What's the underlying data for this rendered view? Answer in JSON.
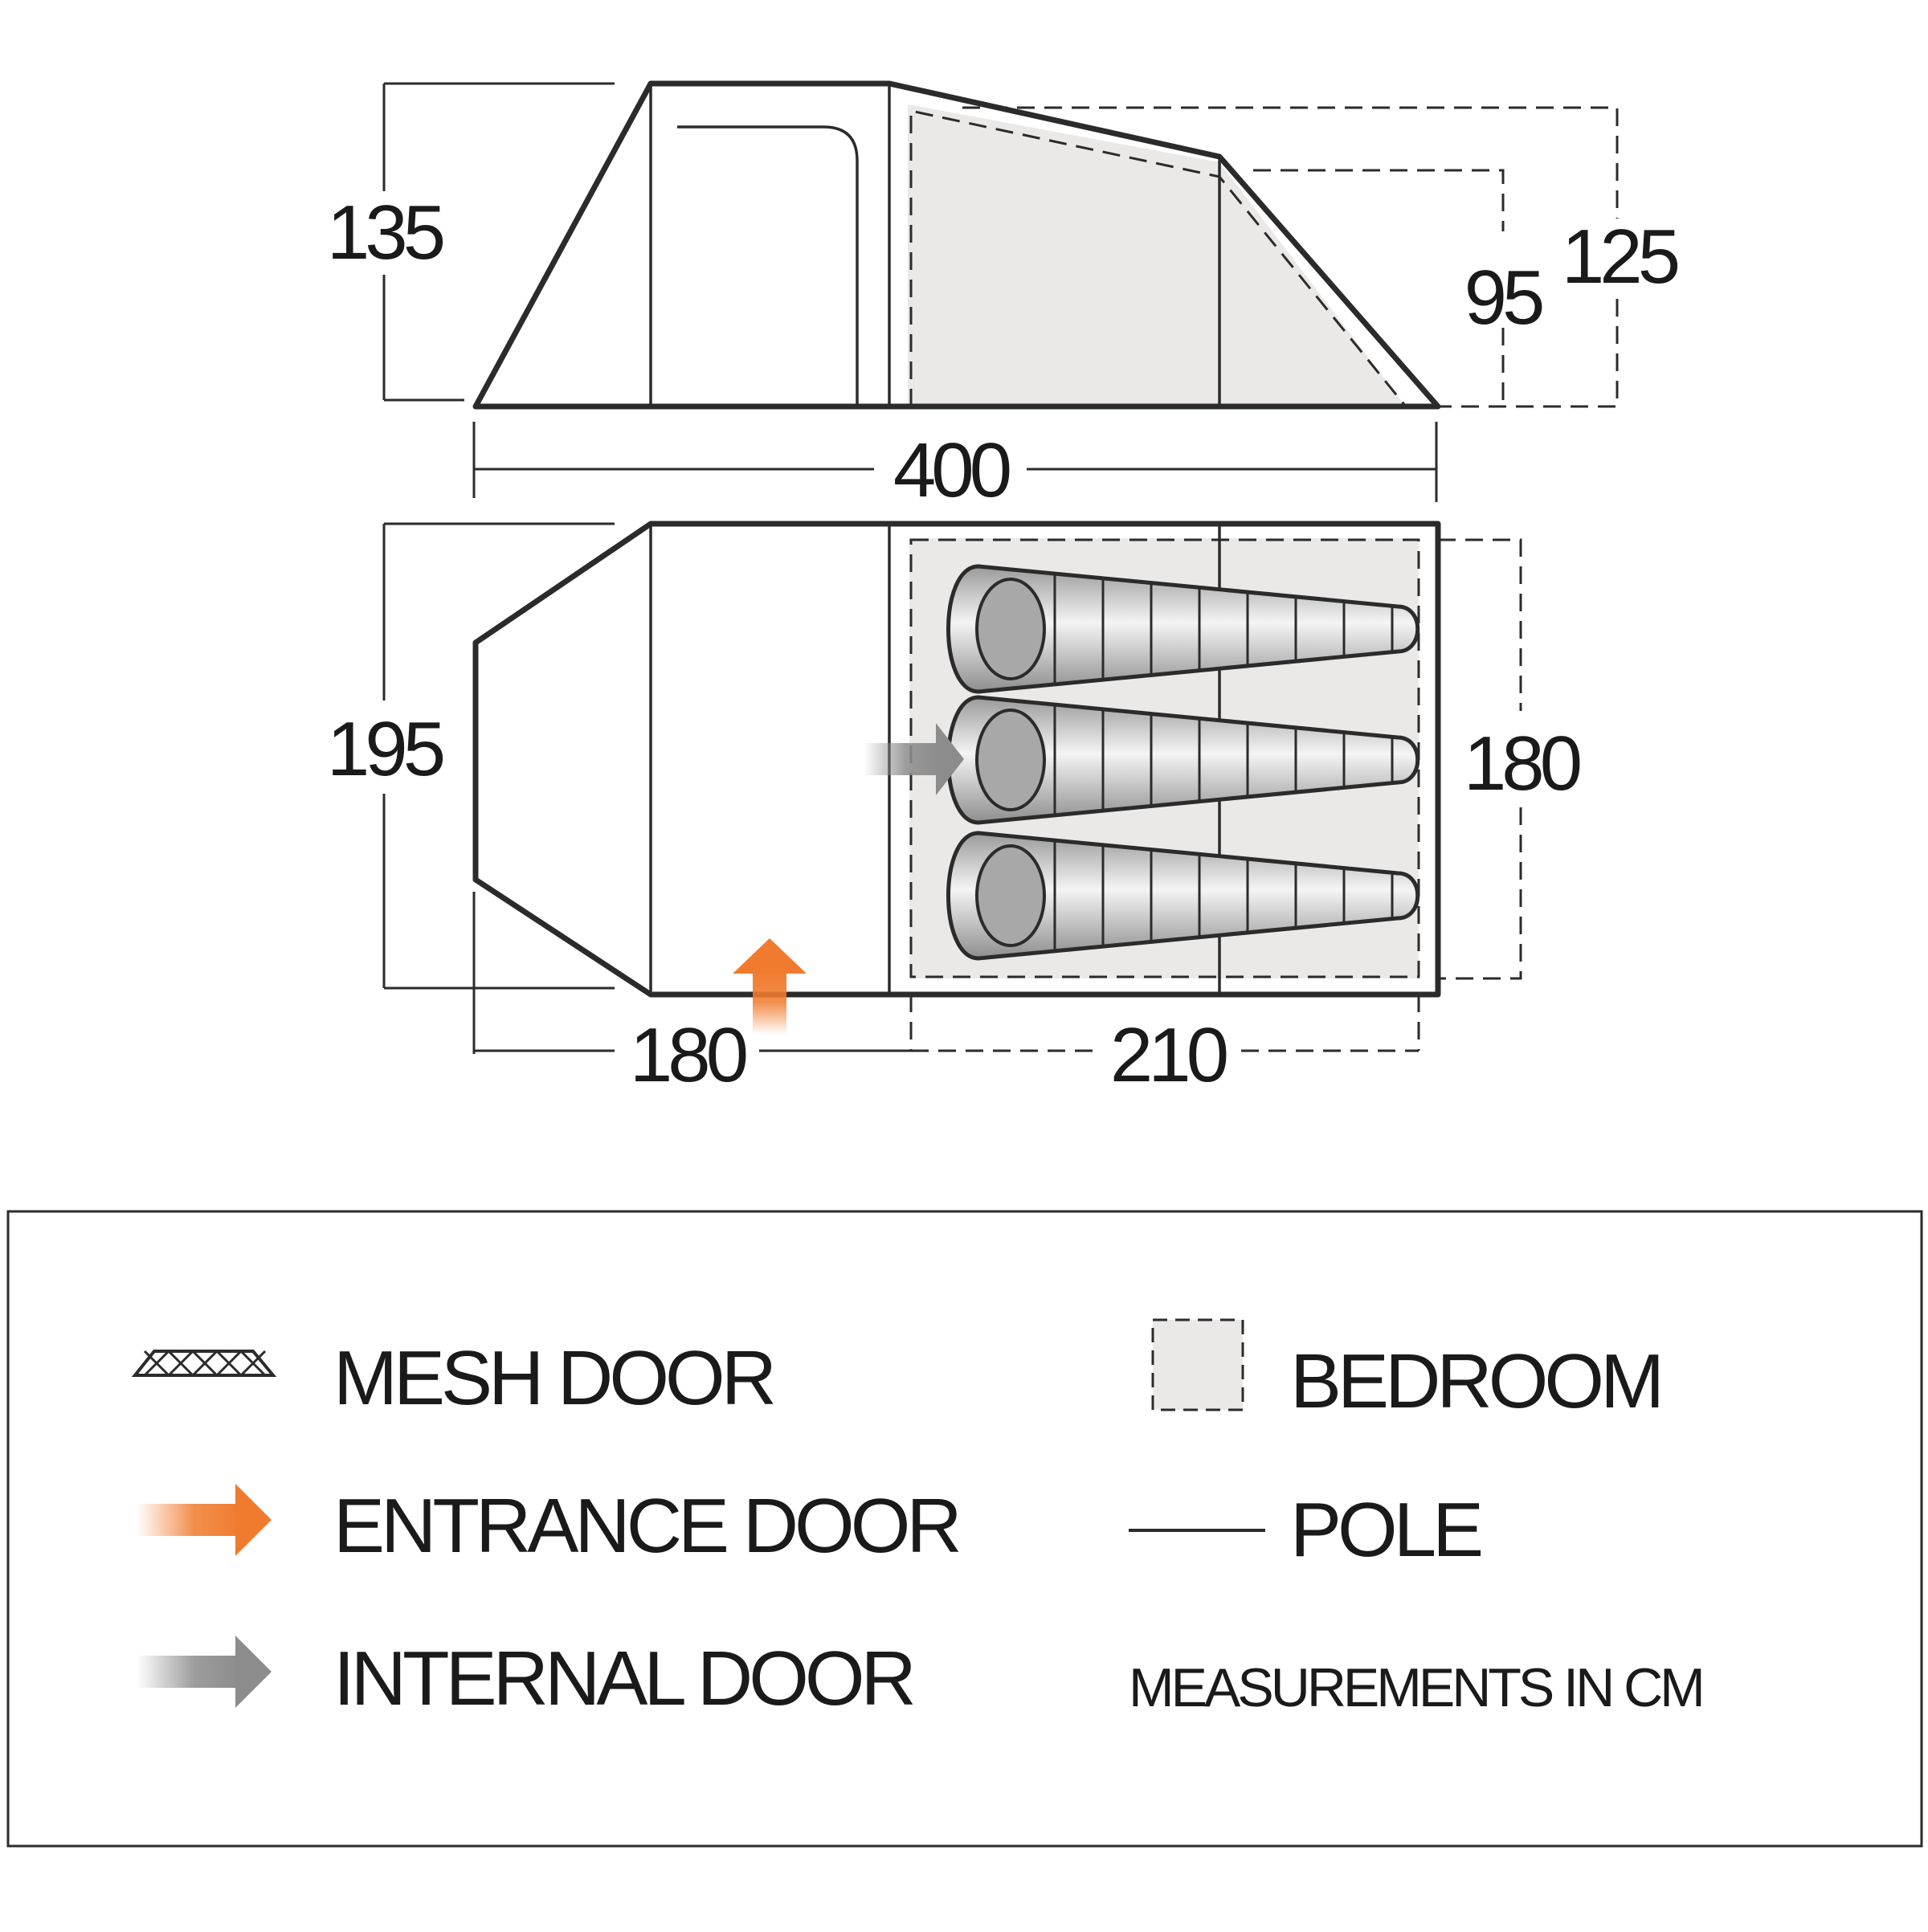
{
  "colors": {
    "outline": "#2b2b2b",
    "bedroom_fill": "#ebe8e8",
    "entrance_arrow": "#f07b2e",
    "internal_arrow": "#8c8c8c",
    "sleeping_bag_head": "#a8a8a8"
  },
  "side_view": {
    "dim_height_left": "135",
    "dim_height_bedroom_inner": "95",
    "dim_height_bedroom_outer": "125",
    "dim_length_total": "400"
  },
  "floor_plan": {
    "dim_width_left": "195",
    "dim_width_bedroom": "180",
    "dim_length_porch": "180",
    "dim_length_bedroom": "210",
    "sleeping_bags": 3
  },
  "legend": {
    "mesh_door": {
      "label": "MESH DOOR",
      "icon": "mesh-door-icon"
    },
    "entrance_door": {
      "label": "ENTRANCE DOOR",
      "icon": "orange-arrow-icon"
    },
    "internal_door": {
      "label": "INTERNAL DOOR",
      "icon": "grey-arrow-icon"
    },
    "bedroom": {
      "label": "BEDROOM",
      "icon": "dashed-box-icon"
    },
    "pole": {
      "label": "POLE",
      "icon": "line-icon"
    },
    "note": "MEASUREMENTS IN CM"
  }
}
